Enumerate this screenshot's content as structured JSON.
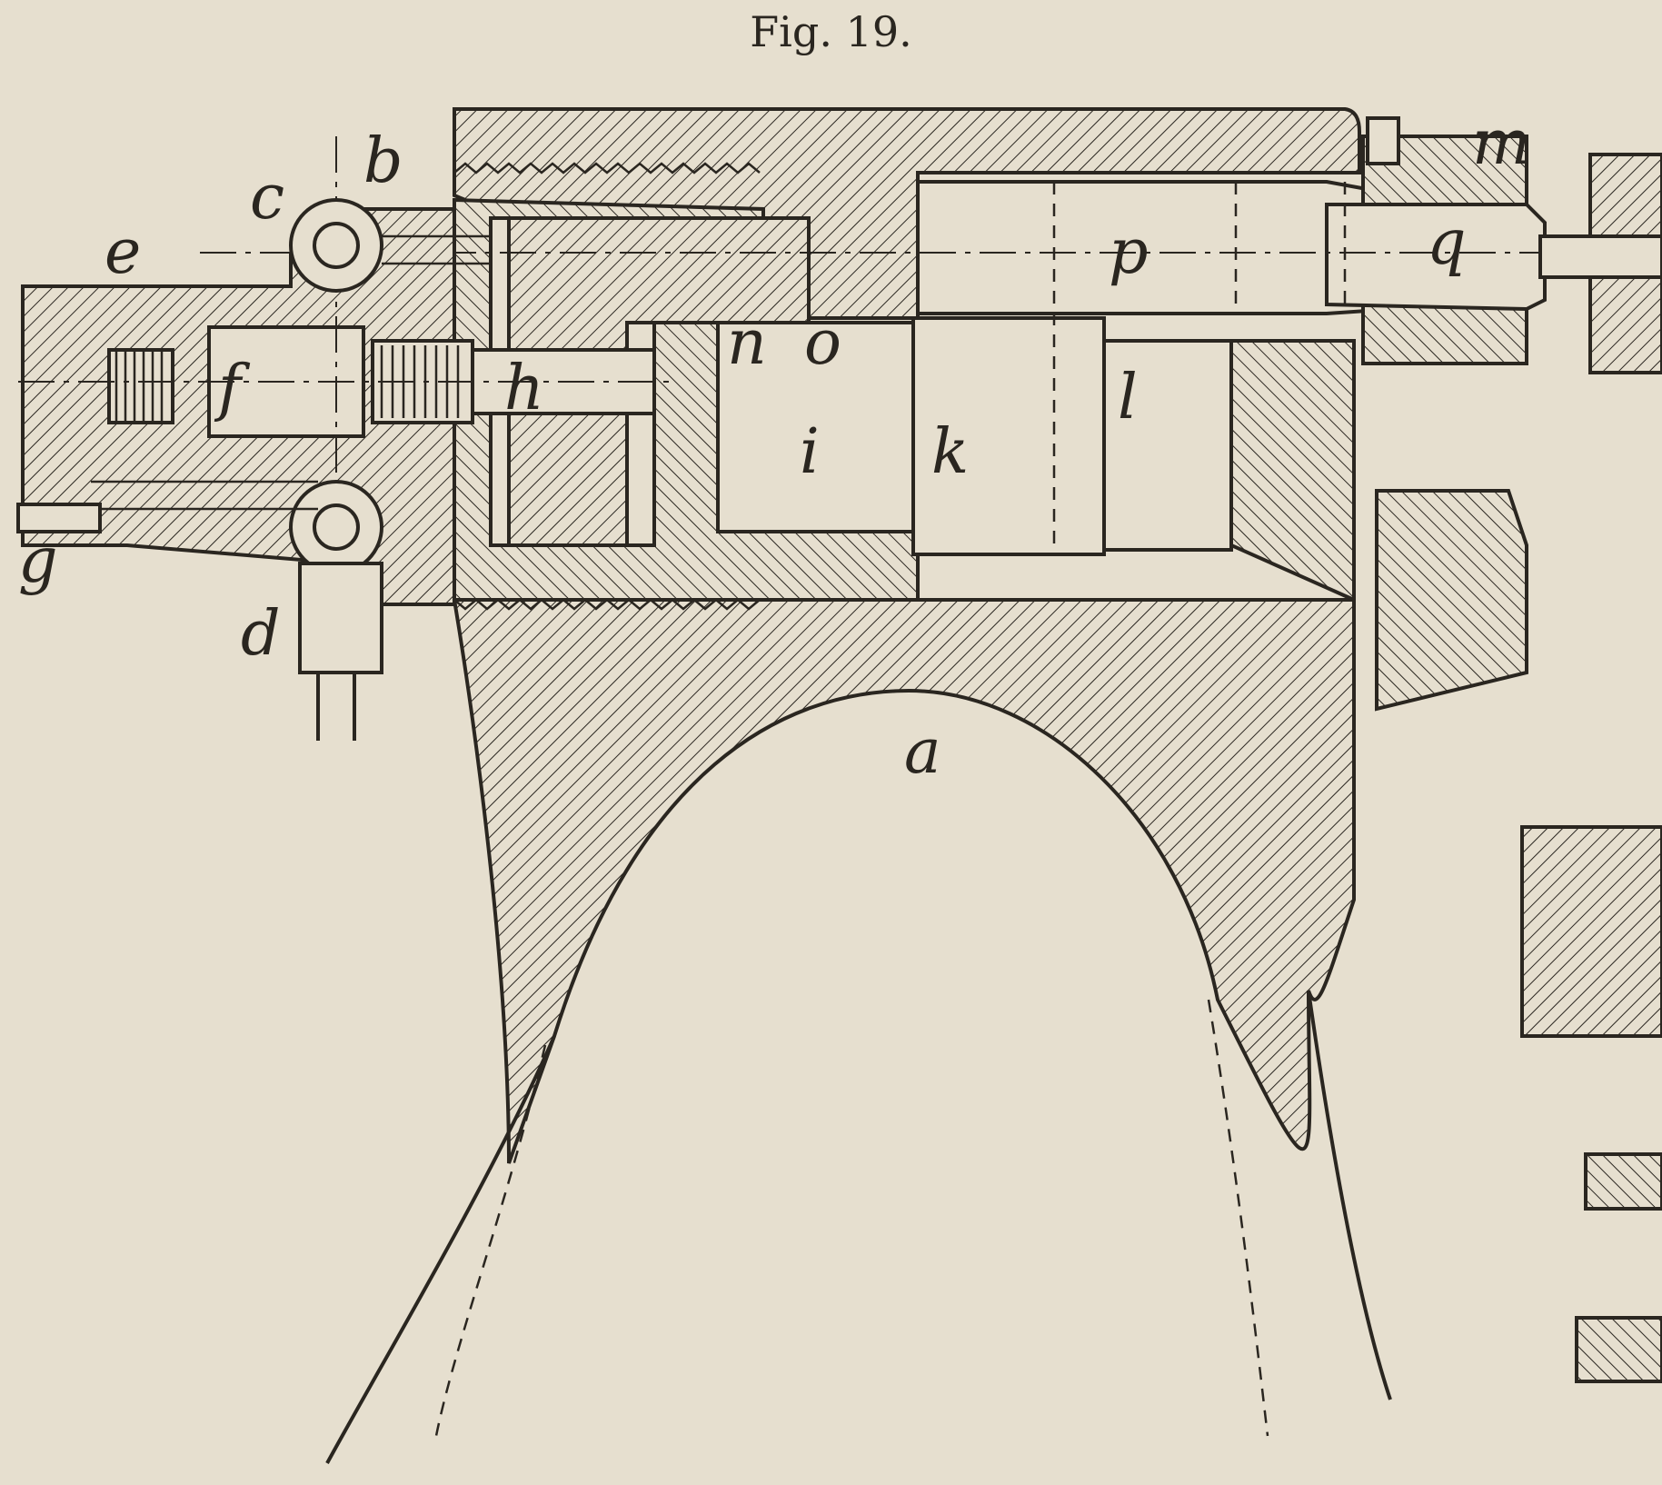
{
  "figure": {
    "title": "Fig. 19."
  },
  "labels": {
    "a": "a",
    "b": "b",
    "c": "c",
    "d": "d",
    "e": "e",
    "f": "f",
    "g": "g",
    "h": "h",
    "i": "i",
    "k": "k",
    "l": "l",
    "m": "m",
    "n": "n",
    "o": "o",
    "p": "p",
    "q": "q"
  }
}
